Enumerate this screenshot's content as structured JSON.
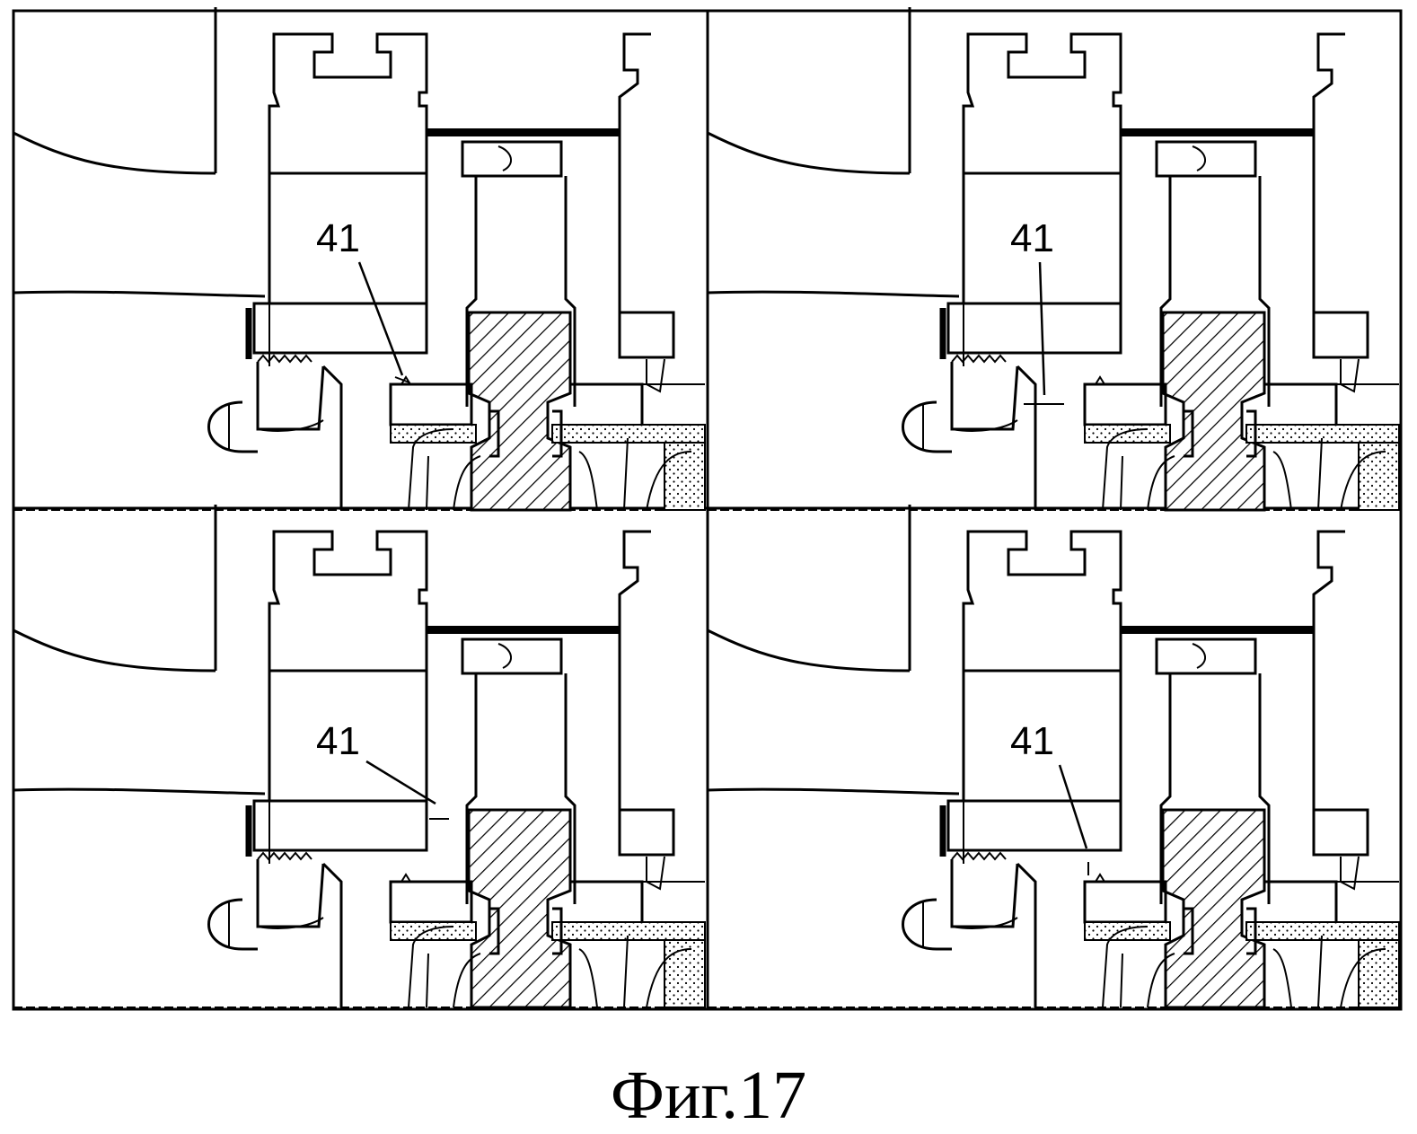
{
  "figure": {
    "caption": "Фиг.17",
    "panels": [
      {
        "id": "top-left",
        "label": "41"
      },
      {
        "id": "top-right",
        "label": "41"
      },
      {
        "id": "bottom-left",
        "label": "41"
      },
      {
        "id": "bottom-right",
        "label": "41"
      }
    ]
  }
}
